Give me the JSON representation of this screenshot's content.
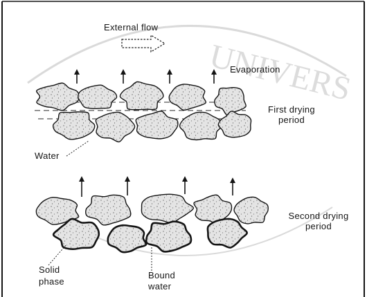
{
  "diagram": {
    "external_flow": "External flow",
    "evaporation": "Evaporation",
    "first_drying": [
      "First drying",
      "period"
    ],
    "water": "Water",
    "second_drying": [
      "Second drying",
      "period"
    ],
    "solid_phase": [
      "Solid",
      "phase"
    ],
    "bound_water": [
      "Bound",
      "water"
    ]
  },
  "watermark": "UNIVERS",
  "colors": {
    "ink": "#141414",
    "particle_fill": "#e2e2e2",
    "watermark": "#d9d9d9"
  }
}
